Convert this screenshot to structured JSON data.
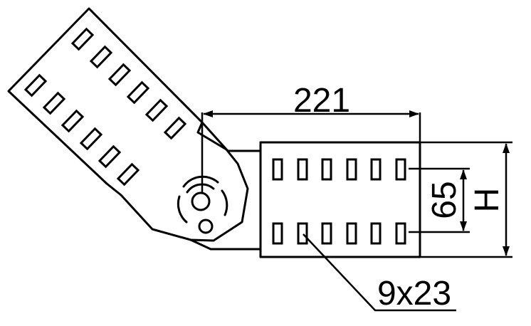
{
  "dimensions": {
    "length": "221",
    "slot_spacing": "65",
    "height": "H",
    "slot_size": "9x23"
  },
  "colors": {
    "line": "#000000",
    "background": "#ffffff"
  }
}
